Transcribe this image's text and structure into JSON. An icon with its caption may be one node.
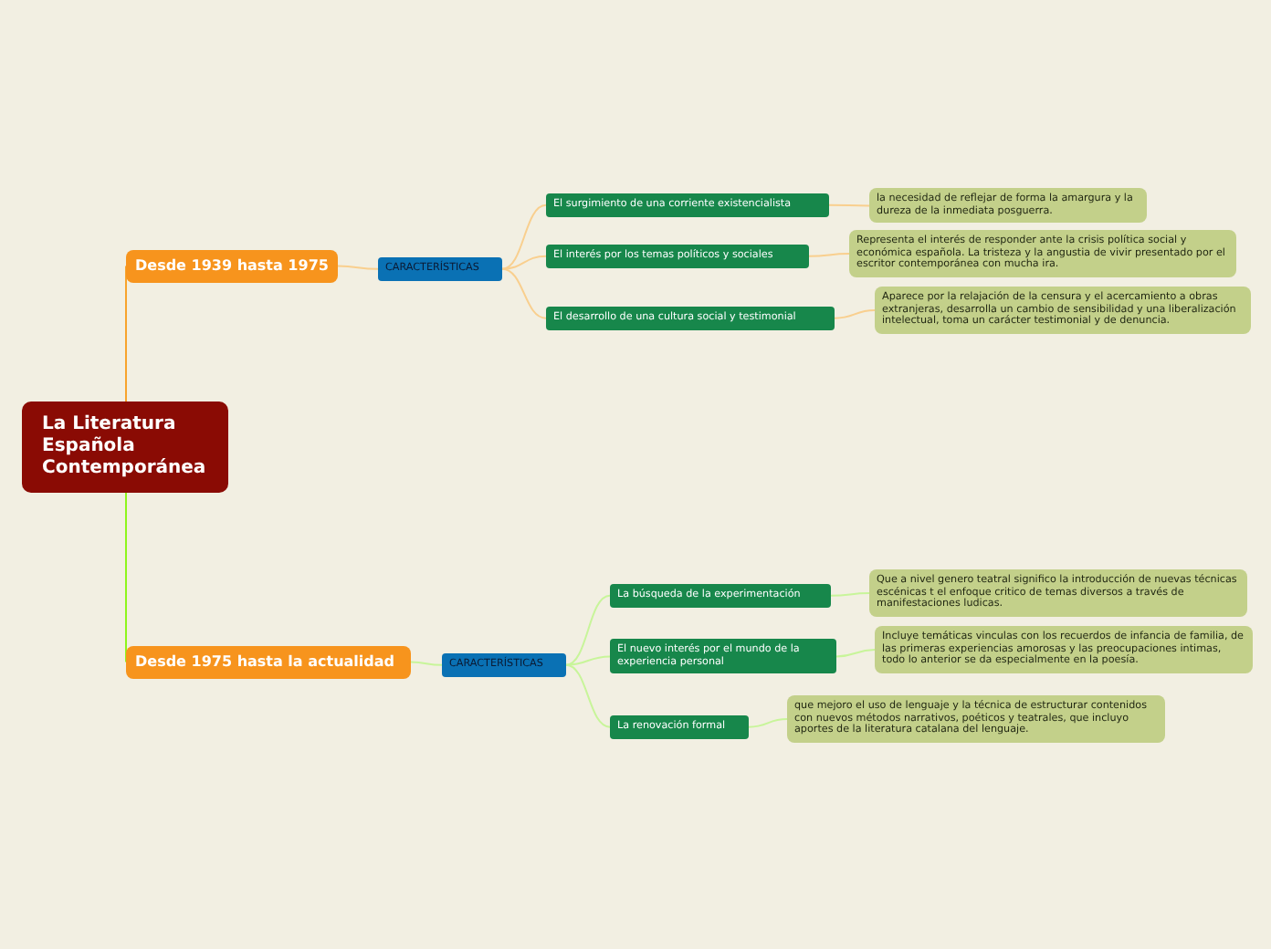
{
  "diagram": {
    "nodes": [
      {
        "text": [
          "La Literatura Española Contemporánea"
        ]
      },
      {
        "text": [
          "Desde 1939 hasta 1975"
        ]
      },
      {
        "text": [
          "CARACTERÍSTICAS"
        ]
      },
      {
        "text": [
          "El surgimiento de una corriente existencialista"
        ]
      },
      {
        "text": [
          "la necesidad de reflejar de forma la amargura y la dureza de la inmediata posguerra."
        ]
      },
      {
        "text": [
          "El interés por los temas políticos y sociales"
        ]
      },
      {
        "text": [
          "Representa el interés de responder ante la crisis política social y económica española. La tristeza y la angustia de vivir presentado por el escritor contemporánea con mucha ira."
        ]
      },
      {
        "text": [
          "El desarrollo de una cultura social y testimonial"
        ]
      },
      {
        "text": [
          "Aparece por la relajación de la censura y el acercamiento a obras extranjeras, desarrolla un cambio de sensibilidad y una liberalización intelectual, toma un carácter testimonial y de denuncia."
        ]
      },
      {
        "text": [
          "Desde 1975 hasta la actualidad"
        ]
      },
      {
        "text": [
          "CARACTERÍSTICAS"
        ]
      },
      {
        "text": [
          "La búsqueda de la experimentación"
        ]
      },
      {
        "text": [
          "Que a nivel genero teatral significo la introducción de nuevas técnicas escénicas t el enfoque critico de temas diversos a través de manifestaciones ludicas."
        ]
      },
      {
        "text": [
          "El nuevo interés por el mundo de la experiencia personal"
        ]
      },
      {
        "text": [
          "Incluye temáticas vinculas con los recuerdos de infancia de familia, de las primeras experiencias amorosas y las preocupaciones intimas, todo lo anterior se da especialmente en la poesía."
        ]
      },
      {
        "text": [
          "La renovación formal"
        ]
      },
      {
        "text": [
          "que mejoro el uso de lenguaje y la técnica de estructurar contenidos con nuevos métodos narrativos, poéticos y teatrales, que incluyo aportes de la literatura catalana del lenguaje."
        ]
      }
    ],
    "edges": [
      {
        "from": 0,
        "to": 1,
        "arrow": "none",
        "color": "#f7a32c"
      },
      {
        "from": 1,
        "to": 2,
        "arrow": "none",
        "color": "#f9cf8e"
      },
      {
        "from": 2,
        "to": 3,
        "arrow": "none",
        "color": "#f9cf8e"
      },
      {
        "from": 2,
        "to": 5,
        "arrow": "none",
        "color": "#f9cf8e"
      },
      {
        "from": 2,
        "to": 7,
        "arrow": "none",
        "color": "#f9cf8e"
      },
      {
        "from": 3,
        "to": 4,
        "arrow": "none",
        "color": "#f9cf8e"
      },
      {
        "from": 5,
        "to": 6,
        "arrow": "none",
        "color": "#f9cf8e"
      },
      {
        "from": 7,
        "to": 8,
        "arrow": "none",
        "color": "#f9cf8e"
      },
      {
        "from": 0,
        "to": 9,
        "arrow": "none",
        "color": "#8ef51c"
      },
      {
        "from": 9,
        "to": 10,
        "arrow": "none",
        "color": "#c8f59a"
      },
      {
        "from": 10,
        "to": 11,
        "arrow": "none",
        "color": "#c8f59a"
      },
      {
        "from": 10,
        "to": 13,
        "arrow": "none",
        "color": "#c8f59a"
      },
      {
        "from": 10,
        "to": 15,
        "arrow": "none",
        "color": "#c8f59a"
      },
      {
        "from": 11,
        "to": 12,
        "arrow": "none",
        "color": "#c8f59a"
      },
      {
        "from": 13,
        "to": 14,
        "arrow": "none",
        "color": "#c8f59a"
      },
      {
        "from": 15,
        "to": 16,
        "arrow": "none",
        "color": "#c8f59a"
      }
    ]
  }
}
